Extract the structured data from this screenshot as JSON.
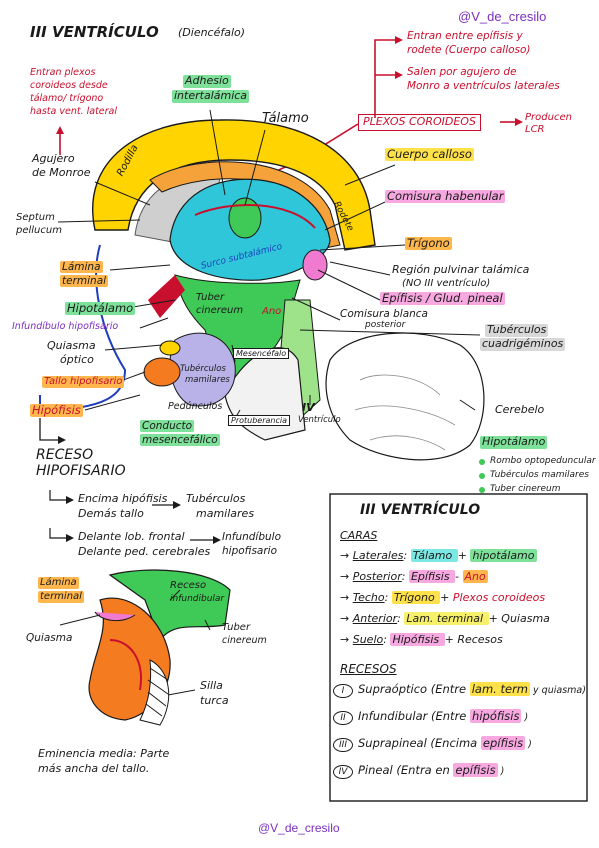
{
  "header": {
    "credit_top": "@V_de_cresilo",
    "title": "III VENTRÍCULO",
    "title_sub": "(Diencéfalo)",
    "credit_bottom": "@V_de_cresilo"
  },
  "plexos": {
    "box_label": "PLEXOS COROIDEOS",
    "produce": "Producen LCR",
    "enter_line1": "Entran entre epífisis y",
    "enter_line2": "rodete (Cuerpo calloso)",
    "exit_line1": "Salen por agujero de",
    "exit_line2": "Monro a ventrículos laterales",
    "left_note": [
      "Entran plexos",
      "coroideos desde",
      "tálamo/ trígono",
      "hasta vent. lateral"
    ]
  },
  "main_labels": {
    "adhesio": [
      "Adhesio",
      "intertalámica"
    ],
    "talamo": "Tálamo",
    "rodilla": "Rodilla",
    "agujero_monro": [
      "Agujero",
      "de Monroe"
    ],
    "septum": [
      "Septum",
      "pellucum"
    ],
    "cuerpo_calloso": "Cuerpo calloso",
    "comisura_habenular": "Comisura habenular",
    "rodete": "Rodete",
    "trigono": "Trígono",
    "region_pulvinar": [
      "Región pulvinar talámica",
      "(NO III ventrículo)"
    ],
    "epifisis": "Epífisis / Glud. pineal",
    "comisura_blanca": [
      "Comisura blanca",
      "posterior"
    ],
    "surco": "Surco subtalámico",
    "lamina_terminal": [
      "Lámina",
      "terminal"
    ],
    "hipotalamo": "Hipotálamo",
    "infundibulo": "Infundíbulo hipofisario",
    "quiasma": [
      "Quiasma",
      "óptico"
    ],
    "tallo": "Tallo hipofisario",
    "hipofisis": "Hipófisis",
    "tuber": [
      "Tuber",
      "cinereum"
    ],
    "ano": "Ano",
    "mesencefalo": "Mesencéfalo",
    "tuberculos_mamilares": [
      "Tubérculos",
      "mamilares"
    ],
    "pedunculos": "Pedúnculos",
    "protuberancia": "Protuberancia",
    "conducto": [
      "Conducto",
      "mesencefálico"
    ],
    "iv_ventriculo": [
      "IV",
      "Ventrículo"
    ],
    "tuberculos_cuadrigeminos": [
      "Tubérculos",
      "cuadrigéminos"
    ],
    "cerebelo": "Cerebelo",
    "hipotalamo_legend": {
      "title": "Hipotálamo",
      "items": [
        "Rombo optopeduncular",
        "Tubérculos mamilares",
        "Tuber cinereum"
      ]
    }
  },
  "receso_hipofisario": {
    "title_line1": "RECESO",
    "title_line2": "HIPOFISARIO",
    "row1_left": [
      "Encima hipófisis",
      "Demás tallo"
    ],
    "row1_right": [
      "Tubérculos",
      "mamilares"
    ],
    "row2_left": [
      "Delante lob. frontal",
      "Delante ped. cerebrales"
    ],
    "row2_right": [
      "Infundíbulo",
      "hipofisario"
    ]
  },
  "bottom_diagram": {
    "lamina": [
      "Lámina",
      "terminal"
    ],
    "receso": [
      "Receso",
      "infundibular"
    ],
    "tuber": [
      "Tuber",
      "cinereum"
    ],
    "quiasma": "Quiasma",
    "silla": [
      "Silla",
      "turca"
    ],
    "eminencia": [
      "Eminencia media: Parte",
      "más ancha del tallo."
    ]
  },
  "summary_box": {
    "title": "III VENTRÍCULO",
    "caras_heading": "CARAS",
    "caras": [
      {
        "name": "Laterales",
        "parts": [
          "Tálamo",
          "+",
          "hipotálamo"
        ]
      },
      {
        "name": "Posterior",
        "parts": [
          "Epífisis",
          "-",
          "Ano"
        ]
      },
      {
        "name": "Techo",
        "parts": [
          "Trígono",
          "+",
          "Plexos coroideos"
        ]
      },
      {
        "name": "Anterior",
        "parts": [
          "Lam. terminal",
          "+",
          "Quiasma"
        ]
      },
      {
        "name": "Suelo",
        "parts": [
          "Hipófisis",
          "+",
          "Recesos"
        ]
      }
    ],
    "recesos_heading": "RECESOS",
    "recesos": [
      {
        "num": "I",
        "text": "Supraóptico (Entre",
        "hl": "lam. term",
        "tail": "y quiasma)"
      },
      {
        "num": "II",
        "text": "Infundibular (Entre",
        "hl": "hipófisis",
        "tail": ")"
      },
      {
        "num": "III",
        "text": "Suprapineal (Encima",
        "hl": "epífisis",
        "tail": ")"
      },
      {
        "num": "IV",
        "text": "Pineal (Entra en",
        "hl": "epífisis",
        "tail": ")"
      }
    ]
  },
  "colors": {
    "yellow": "#ffd400",
    "cyan": "#2ec6d8",
    "green": "#3fc956",
    "red": "#c8102e",
    "orange": "#f47b20",
    "lavender": "#b8b2e8",
    "pink": "#f07ad0"
  }
}
